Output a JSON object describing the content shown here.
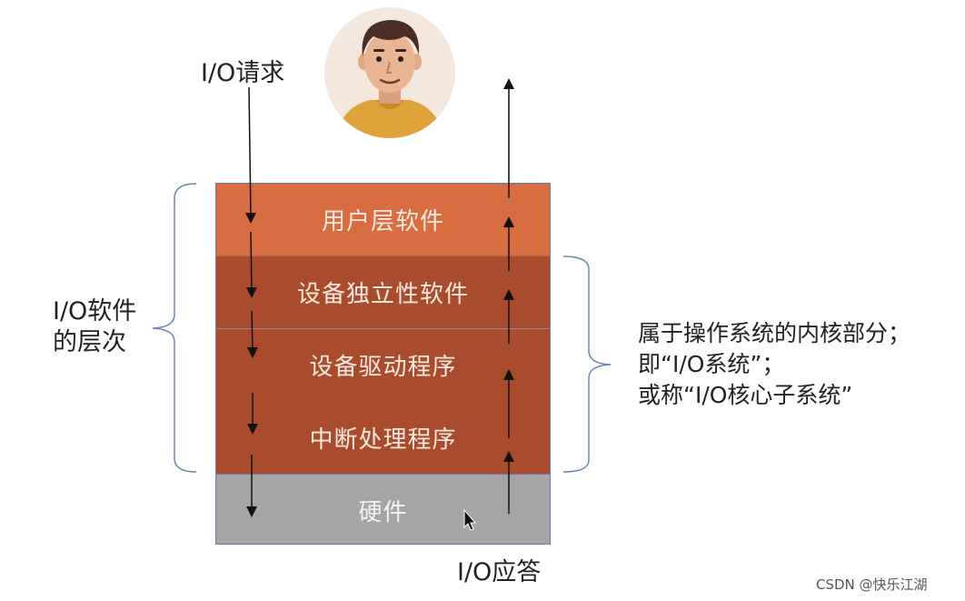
{
  "io_request": "I/O请求",
  "io_response": "I/O应答",
  "layers": [
    {
      "label": "用户层软件"
    },
    {
      "label": "设备独立性软件"
    },
    {
      "label": "设备驱动程序"
    },
    {
      "label": "中断处理程序"
    },
    {
      "label": "硬件"
    }
  ],
  "left_brace_label": {
    "line1": "I/O软件",
    "line2": "的层次"
  },
  "right_note": {
    "line1": "属于操作系统的内核部分；",
    "line2": "即“I/O系统”；",
    "line3": "或称“I/O核心子系统”"
  },
  "watermark": "CSDN @快乐江湖",
  "colors": {
    "user_layer": "#d86d42",
    "kernel_layers": "#a84c2d",
    "hardware_layer": "#a5a5a5",
    "brace": "#6a86b8",
    "avatar_bg": "#f3e7de",
    "avatar_shirt": "#e0a23a",
    "avatar_hair": "#4a2e24",
    "avatar_skin": "#e9b594"
  },
  "icons": [
    "user-avatar-icon",
    "mouse-cursor-icon",
    "arrow-down-icon",
    "arrow-up-icon"
  ]
}
